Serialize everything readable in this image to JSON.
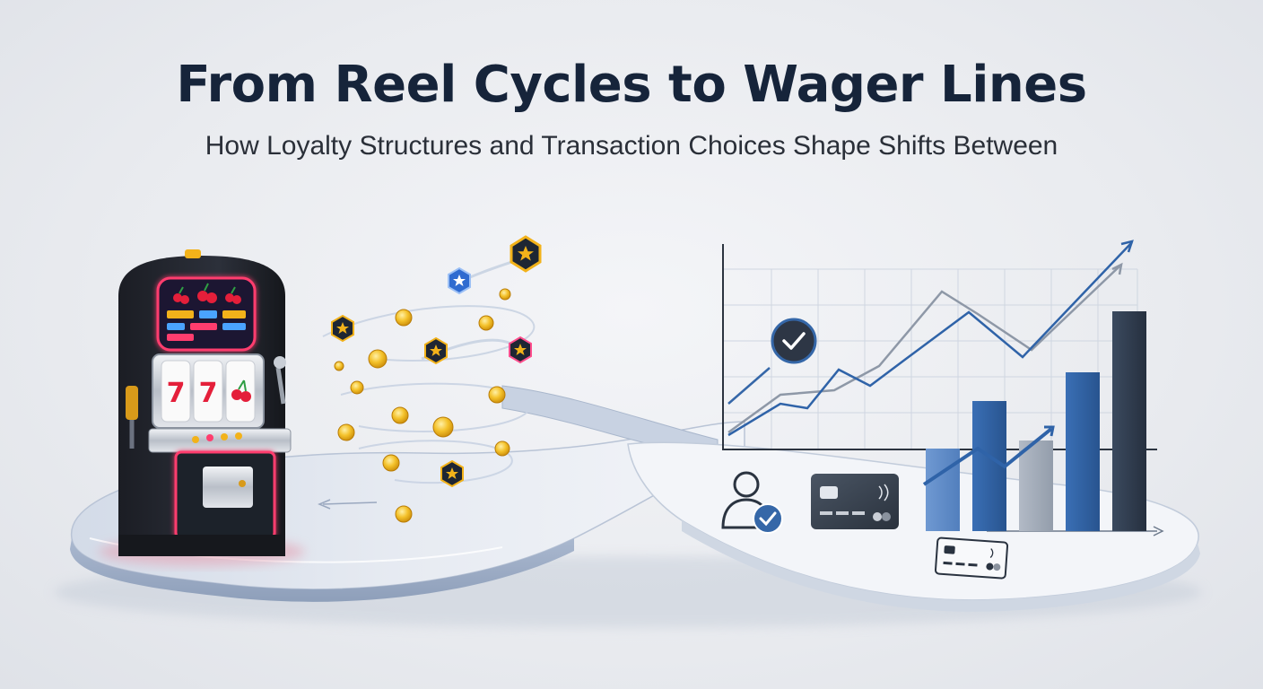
{
  "header": {
    "title": "From Reel Cycles to Wager Lines",
    "subtitle": "How Loyalty Structures and Transaction Choices Shape Shifts Between"
  },
  "illustration": {
    "slot_machine": {
      "reel_symbols": [
        "7",
        "7",
        "cherry"
      ]
    },
    "icons": [
      "slot-machine-icon",
      "coin-icon",
      "star-badge-icon",
      "checkmark-icon",
      "user-verified-icon",
      "credit-card-icon"
    ]
  },
  "colors": {
    "title": "#16243a",
    "navy": "#2b3f63",
    "blue": "#3567a8",
    "light_blue": "#6b93c9",
    "gray": "#9aa4b2",
    "dark_gray": "#3a4552",
    "gold": "#f2b21a",
    "neon_pink": "#ff3d6e",
    "track": "#c9d3e3"
  }
}
